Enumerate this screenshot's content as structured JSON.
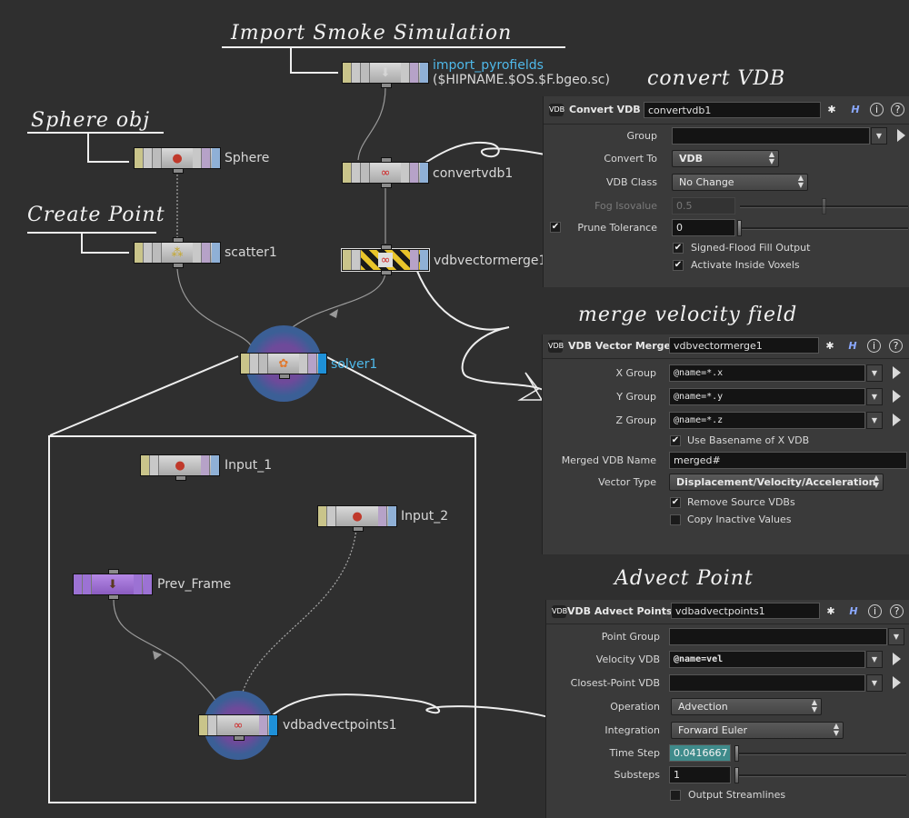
{
  "notes": {
    "import_smoke": "Import Smoke Simulation",
    "sphere_obj": "Sphere obj",
    "create_point": "Create Point",
    "convert_vdb": "convert VDB",
    "merge_velocity": "merge velocity field",
    "advect_point": "Advect Point"
  },
  "nodes": {
    "import_pyrofields": {
      "label": "import_pyrofields",
      "sublabel": "($HIPNAME.$OS.$F.bgeo.sc)"
    },
    "sphere": {
      "label": "Sphere"
    },
    "convertvdb1": {
      "label": "convertvdb1"
    },
    "scatter1": {
      "label": "scatter1"
    },
    "vdbvectormerge1": {
      "label": "vdbvectormerge1"
    },
    "solver1": {
      "label": "solver1"
    },
    "input_1": {
      "label": "Input_1"
    },
    "input_2": {
      "label": "Input_2"
    },
    "prev_frame": {
      "label": "Prev_Frame"
    },
    "vdbadvectpoints1": {
      "label": "vdbadvectpoints1"
    }
  },
  "colors": {
    "selected_label": "#4fb9ea",
    "teal_field": "#3f8b8b",
    "background": "#2f2f2f"
  },
  "panel_convert": {
    "icon": "VDB",
    "type": "Convert VDB",
    "name": "convertvdb1",
    "group_label": "Group",
    "group_value": "",
    "convert_to_label": "Convert To",
    "convert_to_value": "VDB",
    "vdb_class_label": "VDB Class",
    "vdb_class_value": "No Change",
    "fog_isovalue_label": "Fog Isovalue",
    "fog_isovalue_value": "0.5",
    "prune_label": "Prune Tolerance",
    "prune_value": "0",
    "prune_checked": true,
    "signed_flood_label": "Signed-Flood Fill Output",
    "signed_flood_checked": true,
    "activate_inside_label": "Activate Inside Voxels",
    "activate_inside_checked": true
  },
  "panel_merge": {
    "icon": "VDB",
    "type": "VDB Vector Merge",
    "name": "vdbvectormerge1",
    "x_group_label": "X Group",
    "x_group_value": "@name=*.x",
    "y_group_label": "Y Group",
    "y_group_value": "@name=*.y",
    "z_group_label": "Z Group",
    "z_group_value": "@name=*.z",
    "use_basename_label": "Use Basename of X VDB",
    "use_basename_checked": true,
    "merged_name_label": "Merged VDB Name",
    "merged_name_value": "merged#",
    "vector_type_label": "Vector Type",
    "vector_type_value": "Displacement/Velocity/Acceleration",
    "remove_source_label": "Remove Source VDBs",
    "remove_source_checked": true,
    "copy_inactive_label": "Copy Inactive Values",
    "copy_inactive_checked": false
  },
  "panel_advect": {
    "icon": "VDB",
    "type": "VDB Advect Points",
    "name": "vdbadvectpoints1",
    "point_group_label": "Point Group",
    "point_group_value": "",
    "velocity_vdb_label": "Velocity VDB",
    "velocity_vdb_value": "@name=vel",
    "closest_point_label": "Closest-Point VDB",
    "closest_point_value": "",
    "operation_label": "Operation",
    "operation_value": "Advection",
    "integration_label": "Integration",
    "integration_value": "Forward Euler",
    "time_step_label": "Time Step",
    "time_step_value": "0.0416667",
    "substeps_label": "Substeps",
    "substeps_value": "1",
    "output_streamlines_label": "Output Streamlines",
    "output_streamlines_checked": false
  },
  "header_buttons": {
    "gear": "✱",
    "help_h": "H",
    "info": "i",
    "question": "?"
  }
}
